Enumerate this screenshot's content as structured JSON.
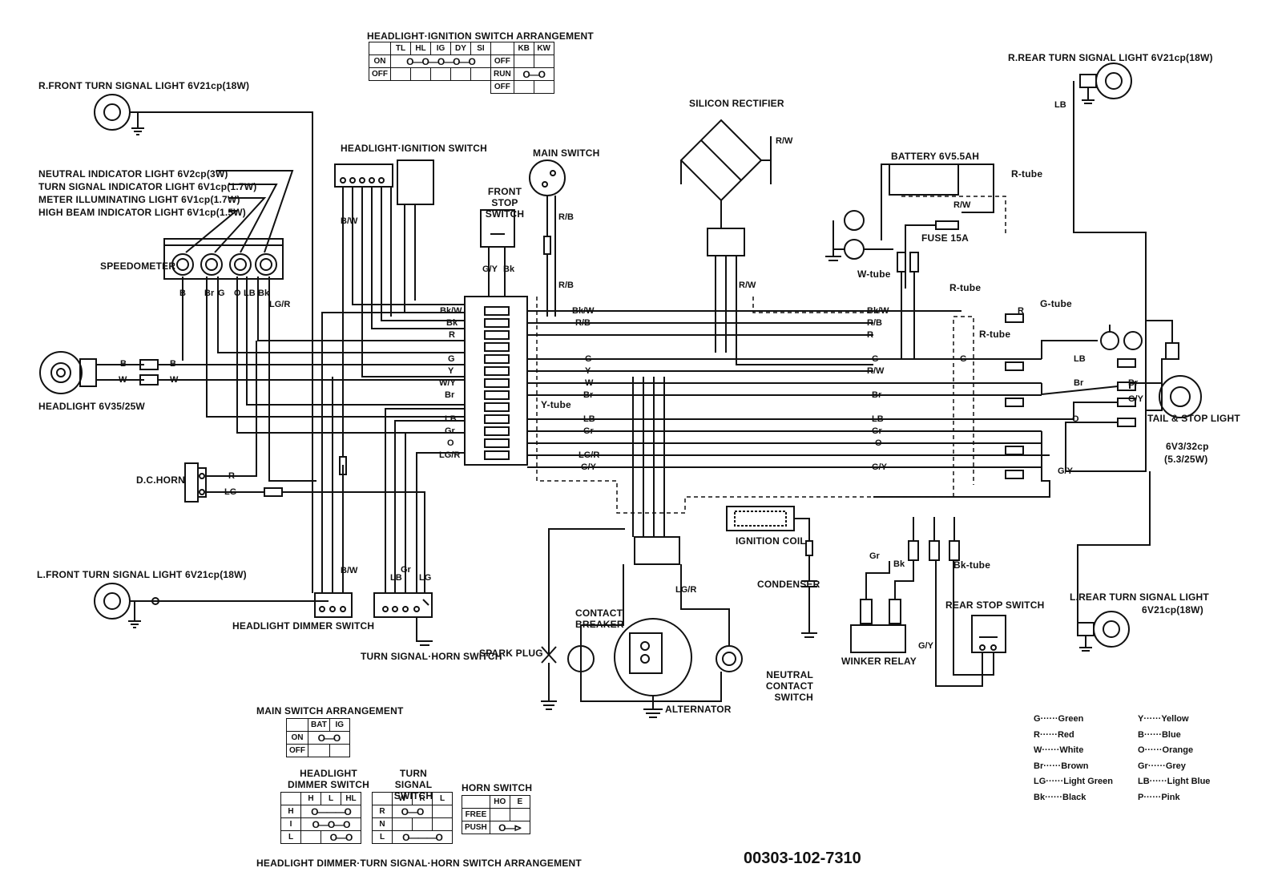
{
  "components": {
    "ignition_switch_arrangement_title": "HEADLIGHT·IGNITION SWITCH ARRANGEMENT",
    "r_front_turn": "R.FRONT TURN SIGNAL LIGHT 6V21cp(18W)",
    "l_front_turn": "L.FRONT TURN SIGNAL LIGHT 6V21cp(18W)",
    "r_rear_turn": "R.REAR TURN SIGNAL LIGHT 6V21cp(18W)",
    "l_rear_turn": "L.REAR TURN SIGNAL LIGHT",
    "l_rear_turn_rating": "6V21cp(18W)",
    "neutral_indicator": "NEUTRAL INDICATOR LIGHT 6V2cp(3W)",
    "turn_indicator": "TURN SIGNAL INDICATOR LIGHT 6V1cp(1.7W)",
    "meter_light": "METER ILLUMINATING LIGHT 6V1cp(1.7W)",
    "high_beam_indicator": "HIGH BEAM INDICATOR LIGHT 6V1cp(1.5W)",
    "speedometer": "SPEEDOMETER",
    "headlight": "HEADLIGHT 6V35/25W",
    "horn": "D.C.HORN",
    "dimmer_switch": "HEADLIGHT DIMMER SWITCH",
    "turn_horn_switch": "TURN SIGNAL·HORN SWITCH",
    "ignition_switch": "HEADLIGHT·IGNITION SWITCH",
    "main_switch": "MAIN SWITCH",
    "front_stop_switch": "FRONT STOP SWITCH",
    "rectifier": "SILICON RECTIFIER",
    "battery": "BATTERY 6V5.5AH",
    "fuse": "FUSE 15A",
    "r_tube": "R-tube",
    "w_tube": "W-tube",
    "g_tube": "G-tube",
    "y_tube": "Y-tube",
    "bk_tube": "Bk-tube",
    "ignition_coil": "IGNITION COIL",
    "condenser": "CONDENSER",
    "contact_breaker": "CONTACT BREAKER",
    "spark_plug": "SPARK PLUG",
    "alternator": "ALTERNATOR",
    "neutral_switch": "NEUTRAL CONTACT SWITCH",
    "winker_relay": "WINKER RELAY",
    "rear_stop_switch": "REAR STOP SWITCH",
    "tail_stop": "TAIL & STOP LIGHT",
    "tail_stop_rating": "6V3/32cp",
    "tail_stop_watt": "(5.3/25W)",
    "part_number": "00303-102-7310",
    "main_switch_arrangement": "MAIN SWITCH ARRANGEMENT",
    "dimmer_arr_label": "HEADLIGHT DIMMER SWITCH",
    "turn_arr_label": "TURN SIGNAL SWITCH",
    "horn_arr_label": "HORN SWITCH",
    "combined_arrangement": "HEADLIGHT DIMMER·TURN SIGNAL·HORN SWITCH ARRANGEMENT"
  },
  "ignition_table": {
    "cols": [
      "TL",
      "HL",
      "IG",
      "DY",
      "SI"
    ],
    "rows": [
      "ON",
      "OFF"
    ],
    "right_cols": [
      "KB",
      "KW"
    ],
    "right_rows": [
      "OFF",
      "RUN",
      "OFF"
    ]
  },
  "main_switch_table": {
    "cols": [
      "BAT",
      "IG"
    ],
    "rows": [
      "ON",
      "OFF"
    ]
  },
  "dimmer_table": {
    "cols": [
      "H",
      "L",
      "HL"
    ],
    "rows": [
      "H",
      "I",
      "L"
    ]
  },
  "turn_table": {
    "cols": [
      "W",
      "R",
      "L"
    ],
    "rows": [
      "R",
      "N",
      "L"
    ]
  },
  "horn_table": {
    "cols": [
      "HO",
      "E"
    ],
    "rows": [
      "FREE",
      "PUSH"
    ]
  },
  "legend": [
    [
      "G",
      "Green",
      "Y",
      "Yellow"
    ],
    [
      "R",
      "Red",
      "B",
      "Blue"
    ],
    [
      "W",
      "White",
      "O",
      "Orange"
    ],
    [
      "Br",
      "Brown",
      "Gr",
      "Grey"
    ],
    [
      "LG",
      "Light Green",
      "LB",
      "Light Blue"
    ],
    [
      "Bk",
      "Black",
      "P",
      "Pink"
    ]
  ],
  "wire_labels": {
    "bkw": "Bk/W",
    "bk": "Bk",
    "r": "R",
    "g": "G",
    "y": "Y",
    "w": "W",
    "wy": "W/Y",
    "br": "Br",
    "lb": "LB",
    "gr": "Gr",
    "o": "O",
    "lgr": "LG/R",
    "gy": "G/Y",
    "rb": "R/B",
    "rw": "R/W",
    "b": "B",
    "lg": "LG",
    "bw": "B/W",
    "p": "P"
  },
  "colors": {
    "ink": "#111111",
    "paper": "#ffffff"
  }
}
